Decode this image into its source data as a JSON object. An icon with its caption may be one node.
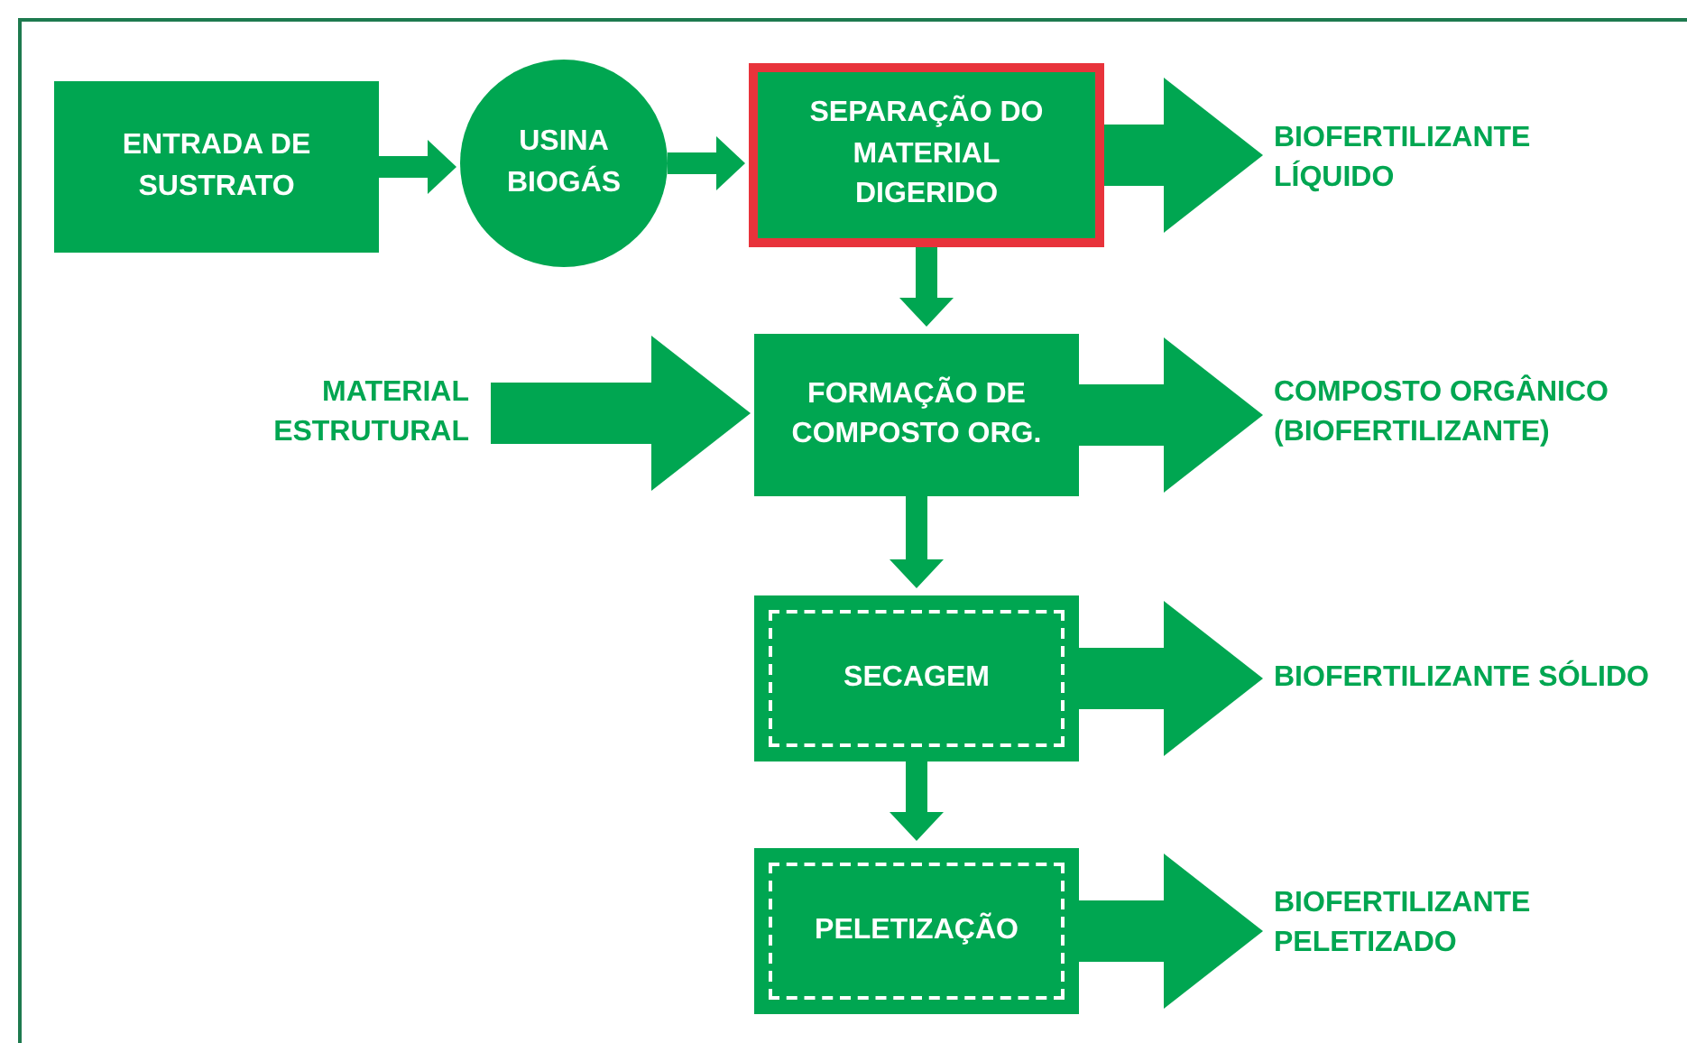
{
  "diagram": {
    "nodes": [
      {
        "text": [
          "ENTRADA DE SUSTRATO"
        ]
      },
      {
        "text": [
          "USINA BIOGÁS"
        ]
      },
      {
        "text": [
          "SEPARAÇÃO DO MATERIAL DIGERIDO"
        ]
      },
      {
        "text": [
          "BIOFERTILIZANTE LÍQUIDO"
        ]
      },
      {
        "text": [
          "MATERIAL ESTRUTURAL"
        ]
      },
      {
        "text": [
          "FORMAÇÃO DE COMPOSTO ORG."
        ]
      },
      {
        "text": [
          "COMPOSTO ORGÂNICO (BIOFERTILIZANTE)"
        ]
      },
      {
        "text": [
          "SECAGEM"
        ]
      },
      {
        "text": [
          "BIOFERTILIZANTE SÓLIDO"
        ]
      },
      {
        "text": [
          "PELETIZAÇÃO"
        ]
      },
      {
        "text": [
          "BIOFERTILIZANTE PELETIZADO"
        ]
      }
    ],
    "edges": [
      {
        "from": 0,
        "to": 1,
        "arrow": "to"
      },
      {
        "from": 1,
        "to": 2,
        "arrow": "to"
      },
      {
        "from": 2,
        "to": 3,
        "arrow": "to",
        "style": "thick"
      },
      {
        "from": 2,
        "to": 5,
        "arrow": "to"
      },
      {
        "from": 4,
        "to": 5,
        "arrow": "to",
        "style": "thick"
      },
      {
        "from": 5,
        "to": 6,
        "arrow": "to",
        "style": "thick"
      },
      {
        "from": 5,
        "to": 7,
        "arrow": "to"
      },
      {
        "from": 7,
        "to": 8,
        "arrow": "to",
        "style": "thick"
      },
      {
        "from": 7,
        "to": 9,
        "arrow": "to"
      },
      {
        "from": 9,
        "to": 10,
        "arrow": "to",
        "style": "thick"
      }
    ]
  }
}
